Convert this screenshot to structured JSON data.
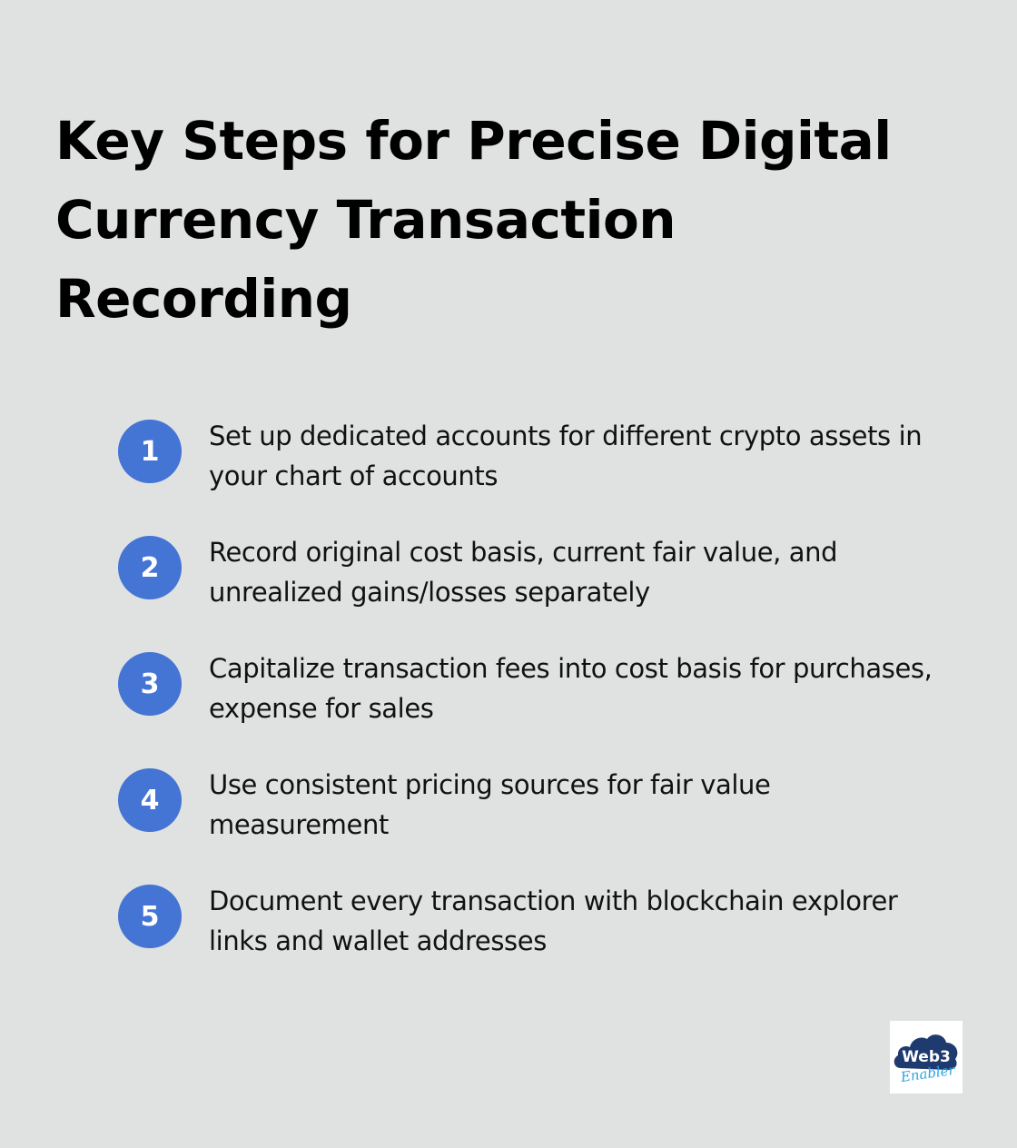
{
  "title": "Key Steps for Precise Digital Currency Transaction Recording",
  "steps": [
    {
      "number": "1",
      "text": "Set up dedicated accounts for different crypto assets in your chart of accounts"
    },
    {
      "number": "2",
      "text": "Record original cost basis, current fair value, and unrealized gains/losses separately"
    },
    {
      "number": "3",
      "text": "Capitalize transaction fees into cost basis for purchases, expense for sales"
    },
    {
      "number": "4",
      "text": "Use consistent pricing sources for fair value measurement"
    },
    {
      "number": "5",
      "text": "Document every transaction with blockchain explorer links and wallet addresses"
    }
  ],
  "logo": {
    "line1": "Web3",
    "line2": "Enabler"
  },
  "colors": {
    "background": "#e0e1e1",
    "accent": "#4474d4",
    "logo_dark": "#1f3a6e",
    "logo_light": "#2aa3e0"
  }
}
